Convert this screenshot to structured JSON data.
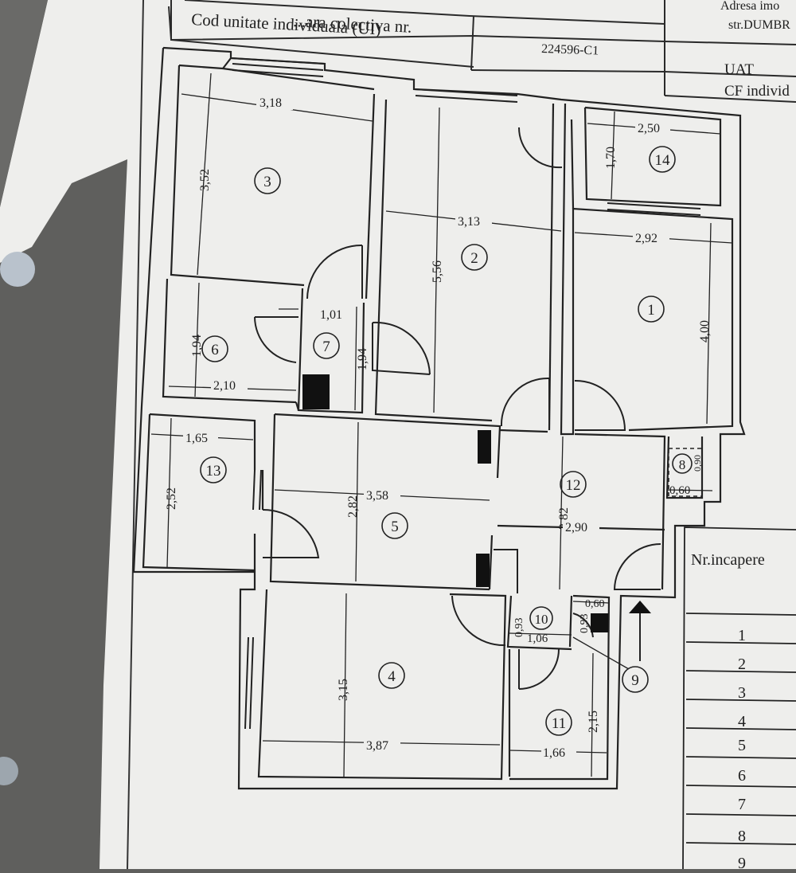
{
  "header": {
    "row1_label": "...ara colectiva nr.",
    "row2_label": "Cod unitate individuala (UI)",
    "ui_code": "224596-C1",
    "address_label": "Adresa imo",
    "street": "str.DUMBR",
    "uat_label": "UAT",
    "cf_label": "CF individ"
  },
  "rooms": {
    "r1": "1",
    "r2": "2",
    "r3": "3",
    "r4": "4",
    "r5": "5",
    "r6": "6",
    "r7": "7",
    "r8": "8",
    "r9": "9",
    "r10": "10",
    "r11": "11",
    "r12": "12",
    "r13": "13",
    "r14": "14"
  },
  "dimensions": {
    "d_3_18": "3,18",
    "d_3_52": "3,52",
    "d_3_13": "3,13",
    "d_5_56": "5,56",
    "d_2_50": "2,50",
    "d_1_70": "1,70",
    "d_2_92": "2,92",
    "d_4_00": "4,00",
    "d_1_01": "1,01",
    "d_1_94a": "1,94",
    "d_1_94b": "1,94",
    "d_2_10": "2,10",
    "d_1_65": "1,65",
    "d_2_52": "2,52",
    "d_3_58": "3,58",
    "d_2_82a": "2,82",
    "d_2_82b": "2,82",
    "d_2_90": "2,90",
    "d_0_90": "0,90",
    "d_0_60a": "0,60",
    "d_0_60b": "0,60",
    "d_0_93a": "0,93",
    "d_0_93b": "0,93",
    "d_1_06": "1,06",
    "d_3_15": "3,15",
    "d_3_87": "3,87",
    "d_2_15": "2,15",
    "d_1_66": "1,66"
  },
  "table": {
    "header": "Nr.incapere",
    "rows": [
      "1",
      "2",
      "3",
      "4",
      "5",
      "6",
      "7",
      "8",
      "9"
    ]
  },
  "colors": {
    "paper": "#eeeeec",
    "ink": "#1e1e1e",
    "shadow": "#5f5f5d"
  }
}
